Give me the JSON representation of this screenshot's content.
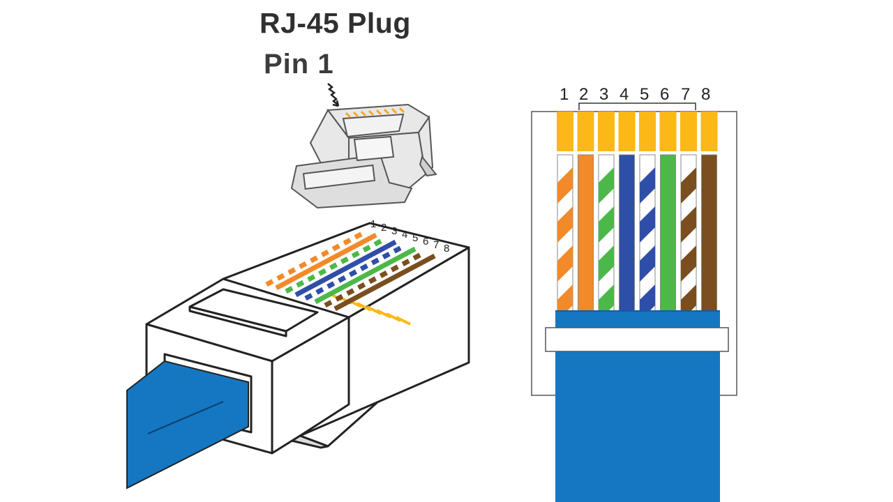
{
  "title": "RJ-45 Plug",
  "pin1_label": "Pin 1",
  "pin_numbers": [
    "1",
    "2",
    "3",
    "4",
    "5",
    "6",
    "7",
    "8"
  ],
  "wires": [
    {
      "pin": "1",
      "stripe": "#f28a2a",
      "solid": false
    },
    {
      "pin": "2",
      "stripe": "#f28a2a",
      "solid": true
    },
    {
      "pin": "3",
      "stripe": "#4cb848",
      "solid": false
    },
    {
      "pin": "4",
      "stripe": "#2f4ea8",
      "solid": true
    },
    {
      "pin": "5",
      "stripe": "#2f4ea8",
      "solid": false
    },
    {
      "pin": "6",
      "stripe": "#4cb848",
      "solid": true
    },
    {
      "pin": "7",
      "stripe": "#7a4e1e",
      "solid": false
    },
    {
      "pin": "8",
      "stripe": "#7a4e1e",
      "solid": true
    }
  ],
  "colors": {
    "contact_gold": "#fbb817",
    "cable_blue": "#1577c1",
    "cable_blue_dark": "#0f5f9e",
    "outline": "#222222"
  }
}
